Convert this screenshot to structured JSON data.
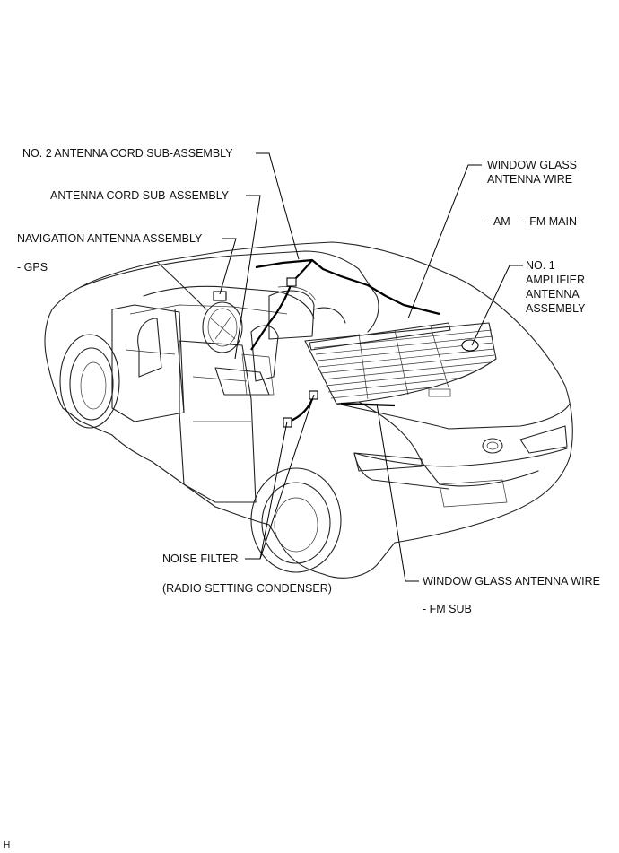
{
  "labels": {
    "no2_antenna_cord": "NO. 2 ANTENNA CORD SUB-ASSEMBLY",
    "antenna_cord": "ANTENNA CORD SUB-ASSEMBLY",
    "navigation_antenna": "NAVIGATION ANTENNA ASSEMBLY",
    "gps": "- GPS",
    "window_glass_wire_line1": "WINDOW GLASS",
    "window_glass_wire_line2": "ANTENNA WIRE",
    "am_fm_main": "- AM    - FM MAIN",
    "amplifier_line1": "NO. 1",
    "amplifier_line2": "AMPLIFIER",
    "amplifier_line3": "ANTENNA",
    "amplifier_line4": "ASSEMBLY",
    "noise_filter": "NOISE FILTER",
    "radio_setting_condenser": "(RADIO SETTING CONDENSER)",
    "window_glass_wire_sub": "WINDOW GLASS ANTENNA WIRE",
    "fm_sub": "- FM SUB",
    "corner_mark": "H"
  }
}
